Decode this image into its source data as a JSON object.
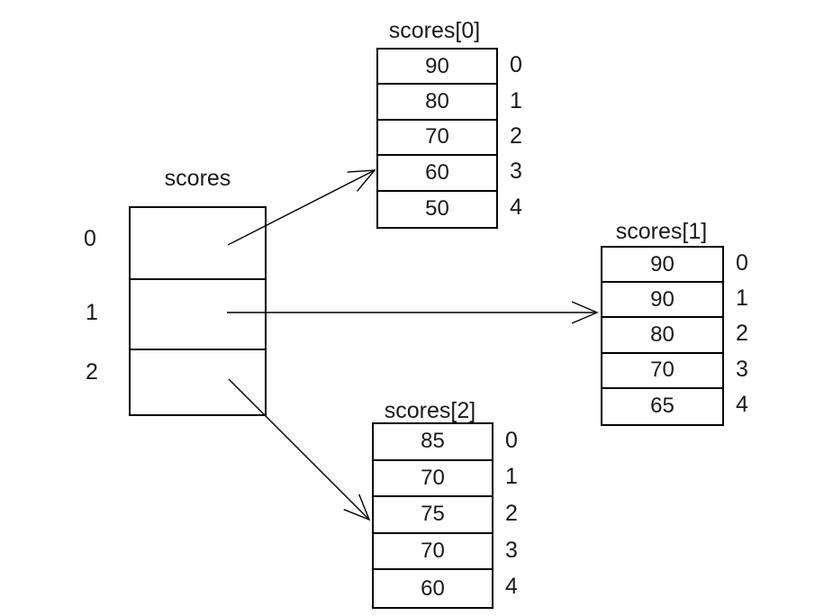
{
  "pointer_array": {
    "title": "scores",
    "indices": [
      "0",
      "1",
      "2"
    ]
  },
  "tables": [
    {
      "title": "scores[0]",
      "values": [
        "90",
        "80",
        "70",
        "60",
        "50"
      ],
      "indices": [
        "0",
        "1",
        "2",
        "3",
        "4"
      ]
    },
    {
      "title": "scores[1]",
      "values": [
        "90",
        "90",
        "80",
        "70",
        "65"
      ],
      "indices": [
        "0",
        "1",
        "2",
        "3",
        "4"
      ]
    },
    {
      "title": "scores[2]",
      "values": [
        "85",
        "70",
        "75",
        "70",
        "60"
      ],
      "indices": [
        "0",
        "1",
        "2",
        "3",
        "4"
      ]
    }
  ],
  "colors": {
    "background": "#ffffff",
    "line": "#000000",
    "text": "#1a1a1a"
  }
}
